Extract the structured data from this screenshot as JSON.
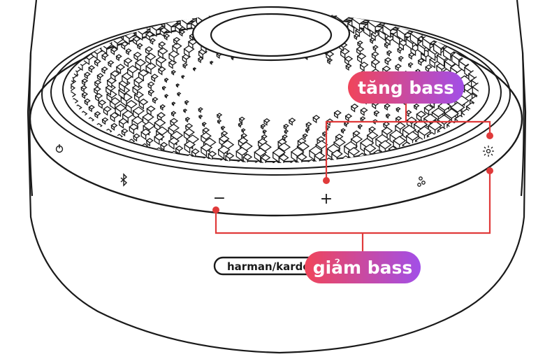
{
  "labels": {
    "increase_bass": "tăng bass",
    "decrease_bass": "giảm bass"
  },
  "device": {
    "brand_text": "harman/kardon",
    "plus_symbol": "+",
    "minus_symbol": "−"
  },
  "icons": [
    "power-icon",
    "bluetooth-icon",
    "plus-icon",
    "minus-icon",
    "connect-icon",
    "light-icon"
  ],
  "colors": {
    "annotation_line": "#e03a3a",
    "pill_gradient_start": "#f0455a",
    "pill_gradient_end": "#a24fe8",
    "pill_text": "#ffffff",
    "outline": "#1a1a1a"
  }
}
